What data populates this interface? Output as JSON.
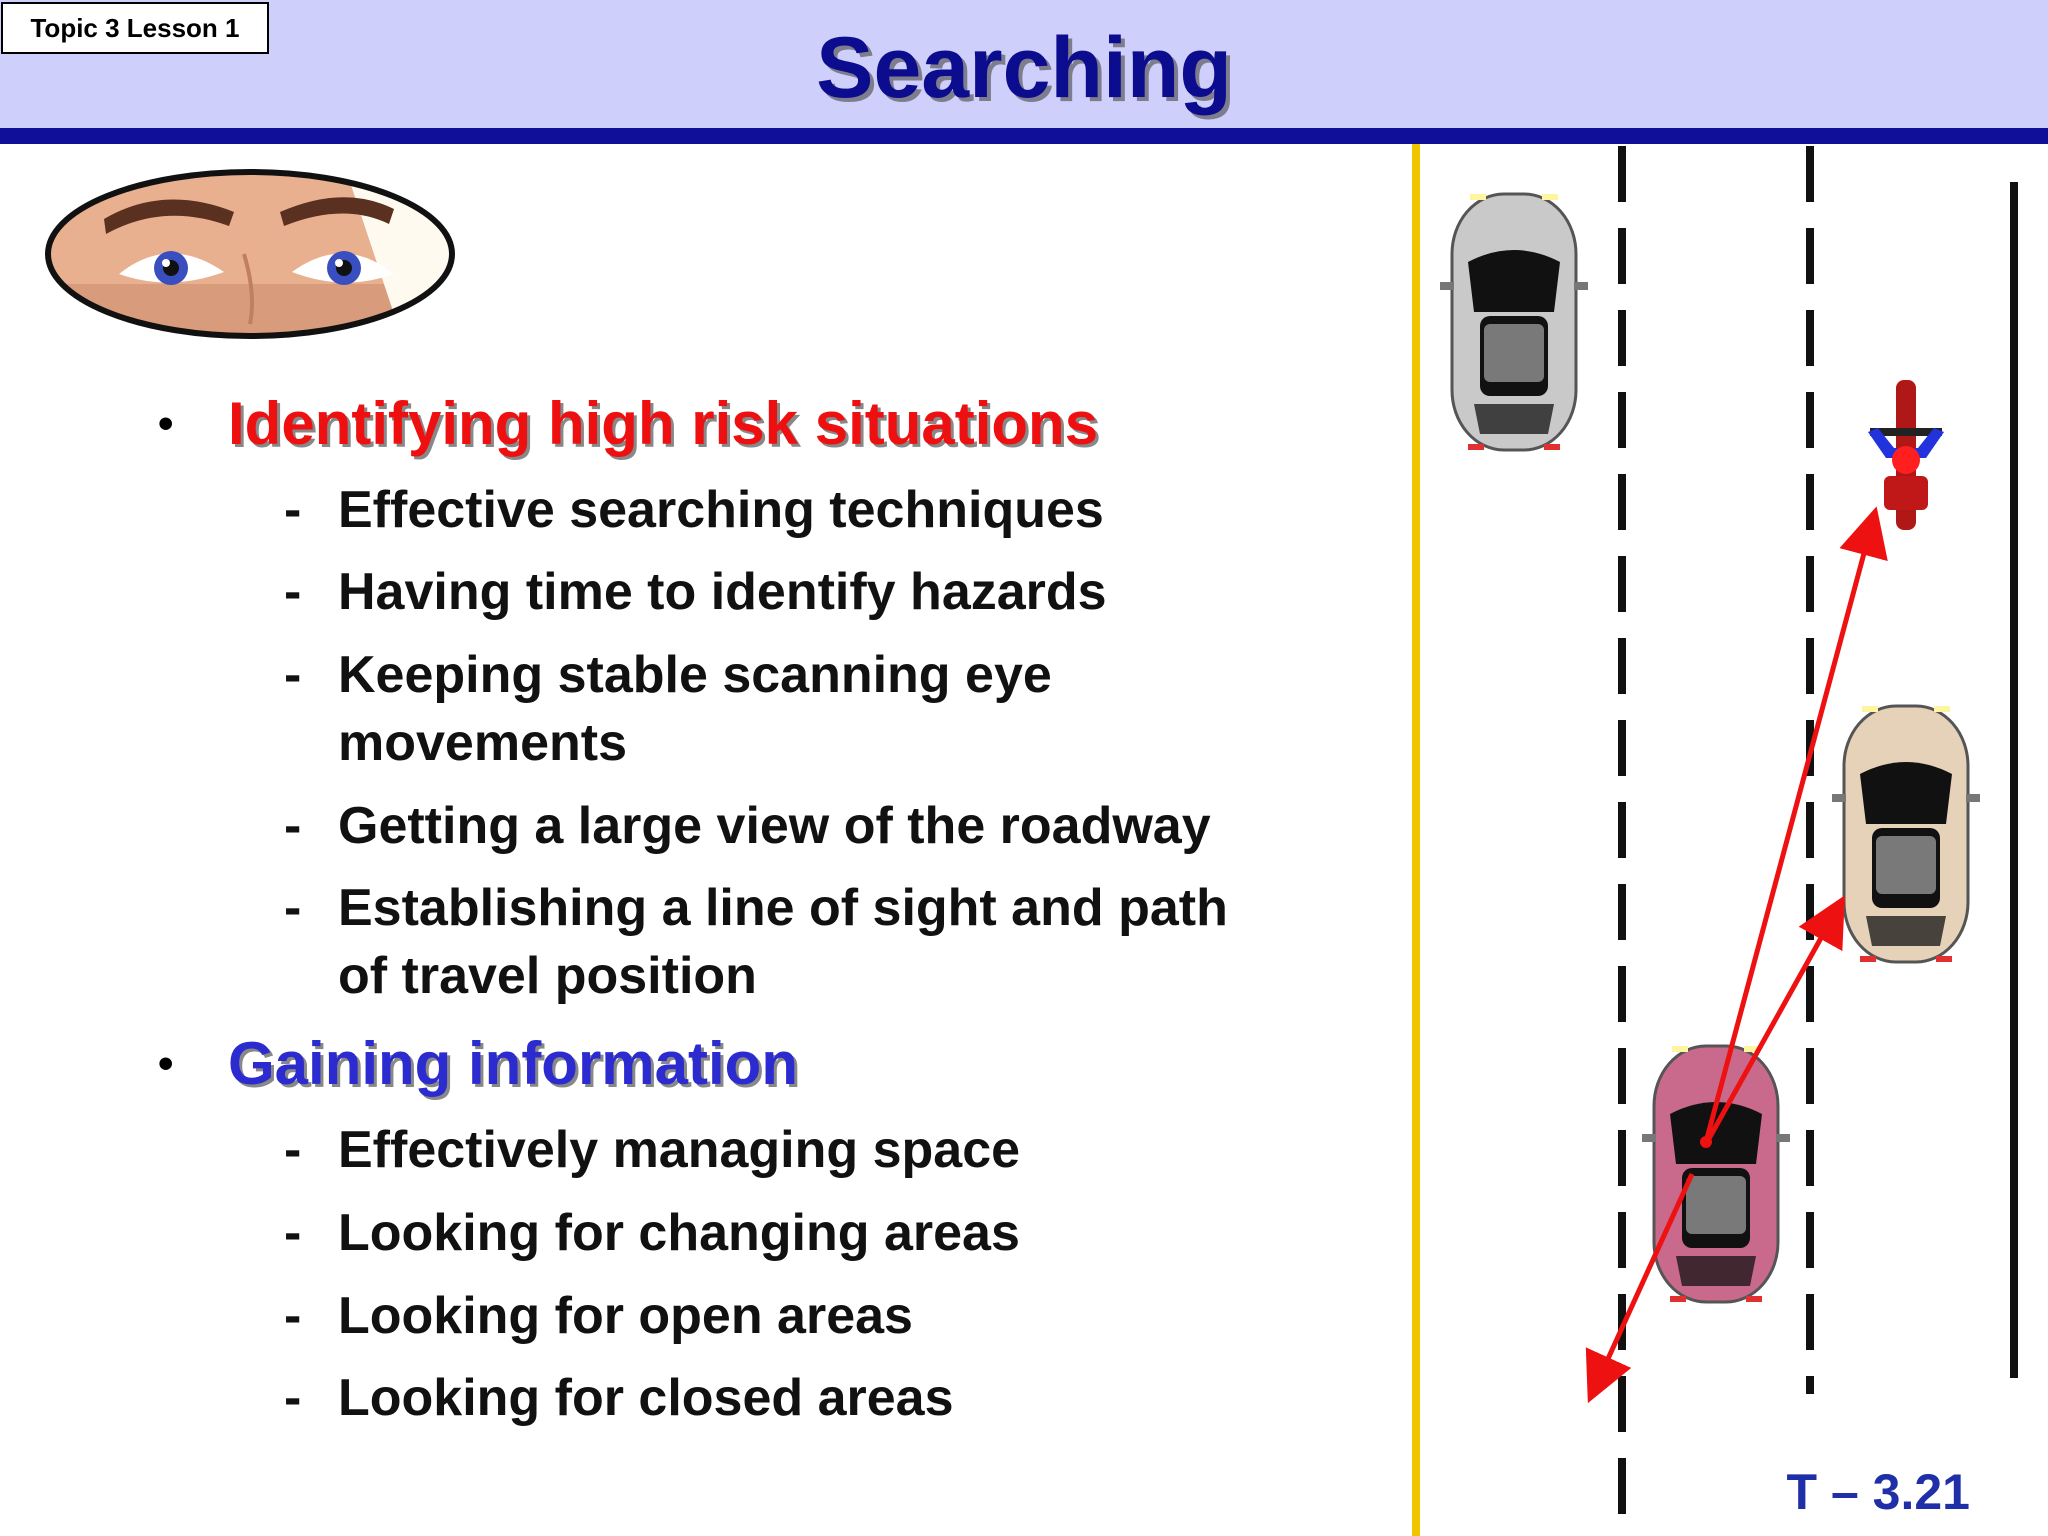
{
  "header": {
    "topic_tag": "Topic 3 Lesson 1",
    "title": "Searching"
  },
  "content": {
    "sections": [
      {
        "heading": "Identifying high risk situations",
        "items": [
          "Effective searching techniques",
          "Having time to identify hazards",
          "Keeping stable scanning eye",
          "movements",
          "Getting a large view of the roadway",
          "Establishing a line of sight and path",
          "of travel position"
        ]
      },
      {
        "heading": "Gaining information",
        "items": [
          "Effectively managing space",
          "Looking for changing areas",
          "Looking for open areas",
          "Looking for closed areas"
        ]
      }
    ],
    "bullet_glyph": "•",
    "dash_glyph": "-"
  },
  "footer": {
    "slide_number": "T – 3.21"
  },
  "colors": {
    "header_band": "#cfcffb",
    "header_rule": "#0f0f9a",
    "title_text": "#0c0c8e",
    "heading_red": "#ee1010",
    "heading_blue": "#2b2bd0",
    "road_center_line": "#f2c400",
    "sight_arrows": "#ee1111",
    "slide_number": "#1f2fa8"
  }
}
